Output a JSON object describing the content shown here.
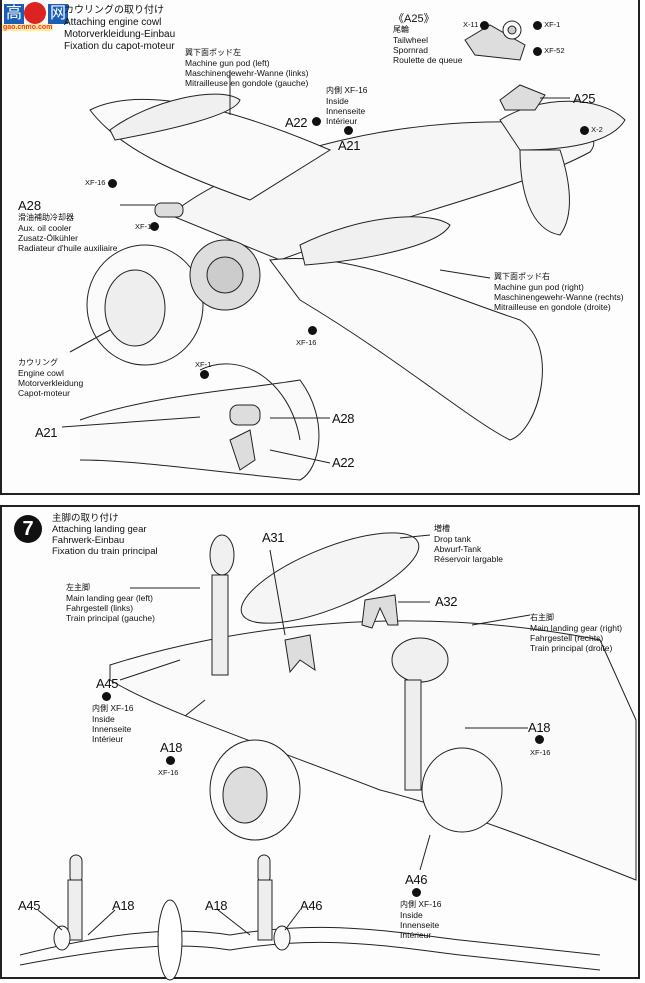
{
  "watermark": {
    "chars": [
      "高",
      "网"
    ],
    "url": "gao.cnmo.com"
  },
  "step6": {
    "title_jp": "カウリングの取り付け",
    "title_en": "Attaching engine cowl",
    "title_de": "Motorverkleidung-Einbau",
    "title_fr": "Fixation du capot-moteur",
    "gunpod_left": {
      "jp": "翼下面ポッド左",
      "en": "Machine gun pod (left)",
      "de": "Maschinengewehr-Wanne (links)",
      "fr": "Mitrailleuse en gondole (gauche)"
    },
    "inside_note": {
      "jp": "内側",
      "paint": "XF-16",
      "en": "Inside",
      "de": "Innenseite",
      "fr": "Intérieur"
    },
    "tailwheel": {
      "part": "《A25》",
      "jp": "尾輪",
      "en": "Tailwheel",
      "de": "Spornrad",
      "fr": "Roulette de queue"
    },
    "tail_paints": [
      "X-11",
      "XF-1",
      "XF-52"
    ],
    "x2": "X-2",
    "a28_label": {
      "part": "A28",
      "jp": "滑油補助冷却器",
      "en": "Aux. oil cooler",
      "de": "Zusatz-Ölkühler",
      "fr": "Radiateur d'huile auxiliaire"
    },
    "xf16": "XF-16",
    "xf1": "XF-1",
    "gunpod_right": {
      "jp": "翼下面ポッド右",
      "en": "Machine gun pod (right)",
      "de": "Maschinengewehr-Wanne (rechts)",
      "fr": "Mitrailleuse en gondole (droite)"
    },
    "cowl": {
      "jp": "カウリング",
      "en": "Engine cowl",
      "de": "Motorverkleidung",
      "fr": "Capot-moteur"
    },
    "parts": {
      "a22": "A22",
      "a21": "A21",
      "a25": "A25",
      "a28": "A28"
    }
  },
  "step7": {
    "number": "7",
    "title_jp": "主脚の取り付け",
    "title_en": "Attaching landing gear",
    "title_de": "Fahrwerk-Einbau",
    "title_fr": "Fixation du train principal",
    "gear_left": {
      "jp": "左主脚",
      "en": "Main landing gear (left)",
      "de": "Fahrgestell (links)",
      "fr": "Train principal (gauche)"
    },
    "gear_right": {
      "jp": "右主脚",
      "en": "Main landing gear (right)",
      "de": "Fahrgestell (rechts)",
      "fr": "Train principal (droite)"
    },
    "drop_tank": {
      "jp": "増槽",
      "en": "Drop tank",
      "de": "Abwurf-Tank",
      "fr": "Réservoir largable"
    },
    "inside_note": {
      "jp": "内側",
      "paint": "XF-16",
      "en": "Inside",
      "de": "Innenseite",
      "fr": "Intérieur"
    },
    "xf16": "XF-16",
    "parts": {
      "a31": "A31",
      "a32": "A32",
      "a45": "A45",
      "a18": "A18",
      "a46": "A46"
    }
  }
}
